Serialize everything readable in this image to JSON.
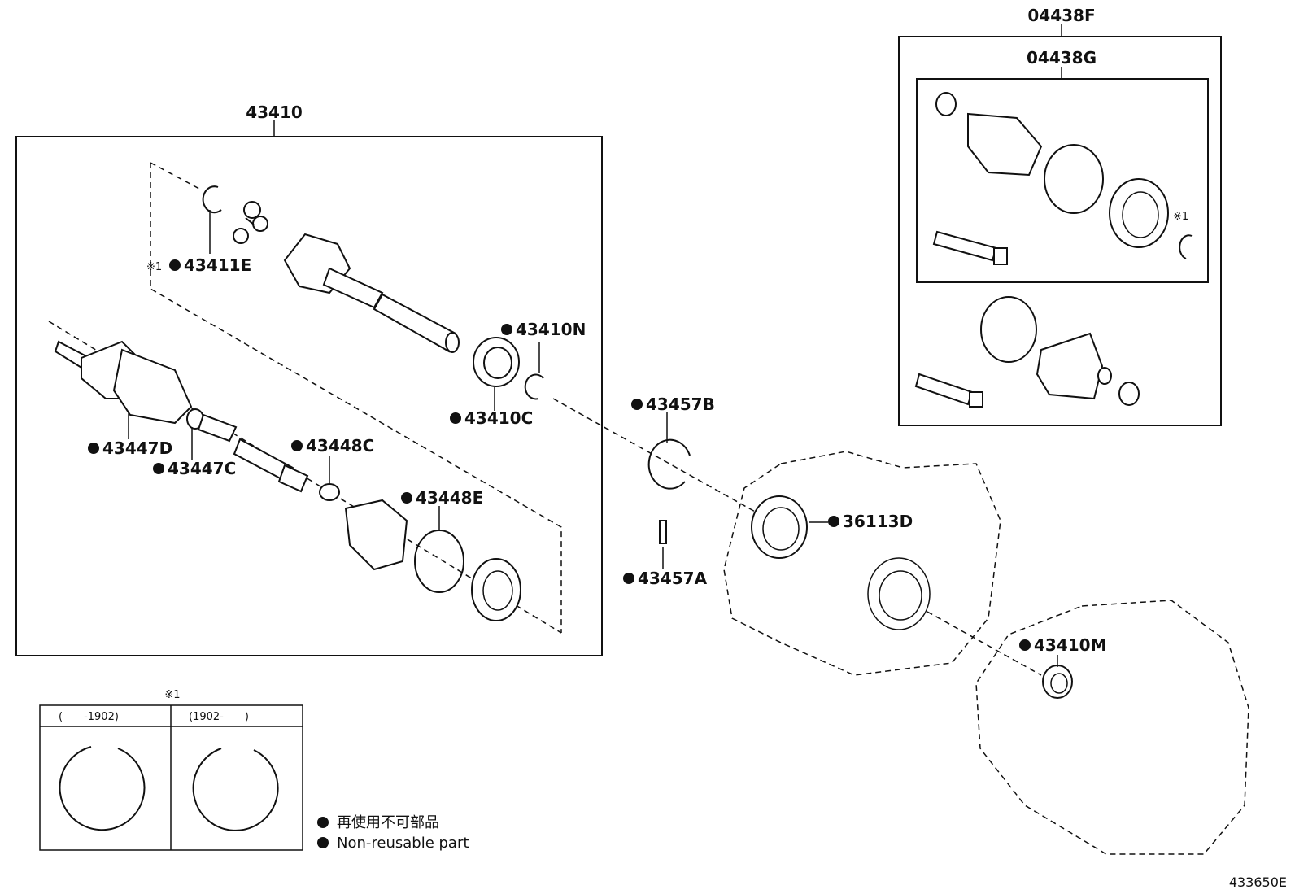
{
  "labels": {
    "assy": "43410",
    "p_43411E": "43411E",
    "p_43411E_note": "※1",
    "p_43410N": "43410N",
    "p_43410C": "43410C",
    "p_43447D": "43447D",
    "p_43447C": "43447C",
    "p_43448C": "43448C",
    "p_43448E": "43448E",
    "p_43457B": "43457B",
    "p_43457A": "43457A",
    "p_36113D": "36113D",
    "p_43410M": "43410M",
    "kit_outer": "04438F",
    "kit_inner": "04438G",
    "kit_note": "※1",
    "figure_code": "433650E"
  },
  "note_table": {
    "title": "※1",
    "col1": "(　　-1902)",
    "col2": "(1902-　　)"
  },
  "legend": {
    "jp": "再使用不可部品",
    "en": "Non-reusable part"
  }
}
